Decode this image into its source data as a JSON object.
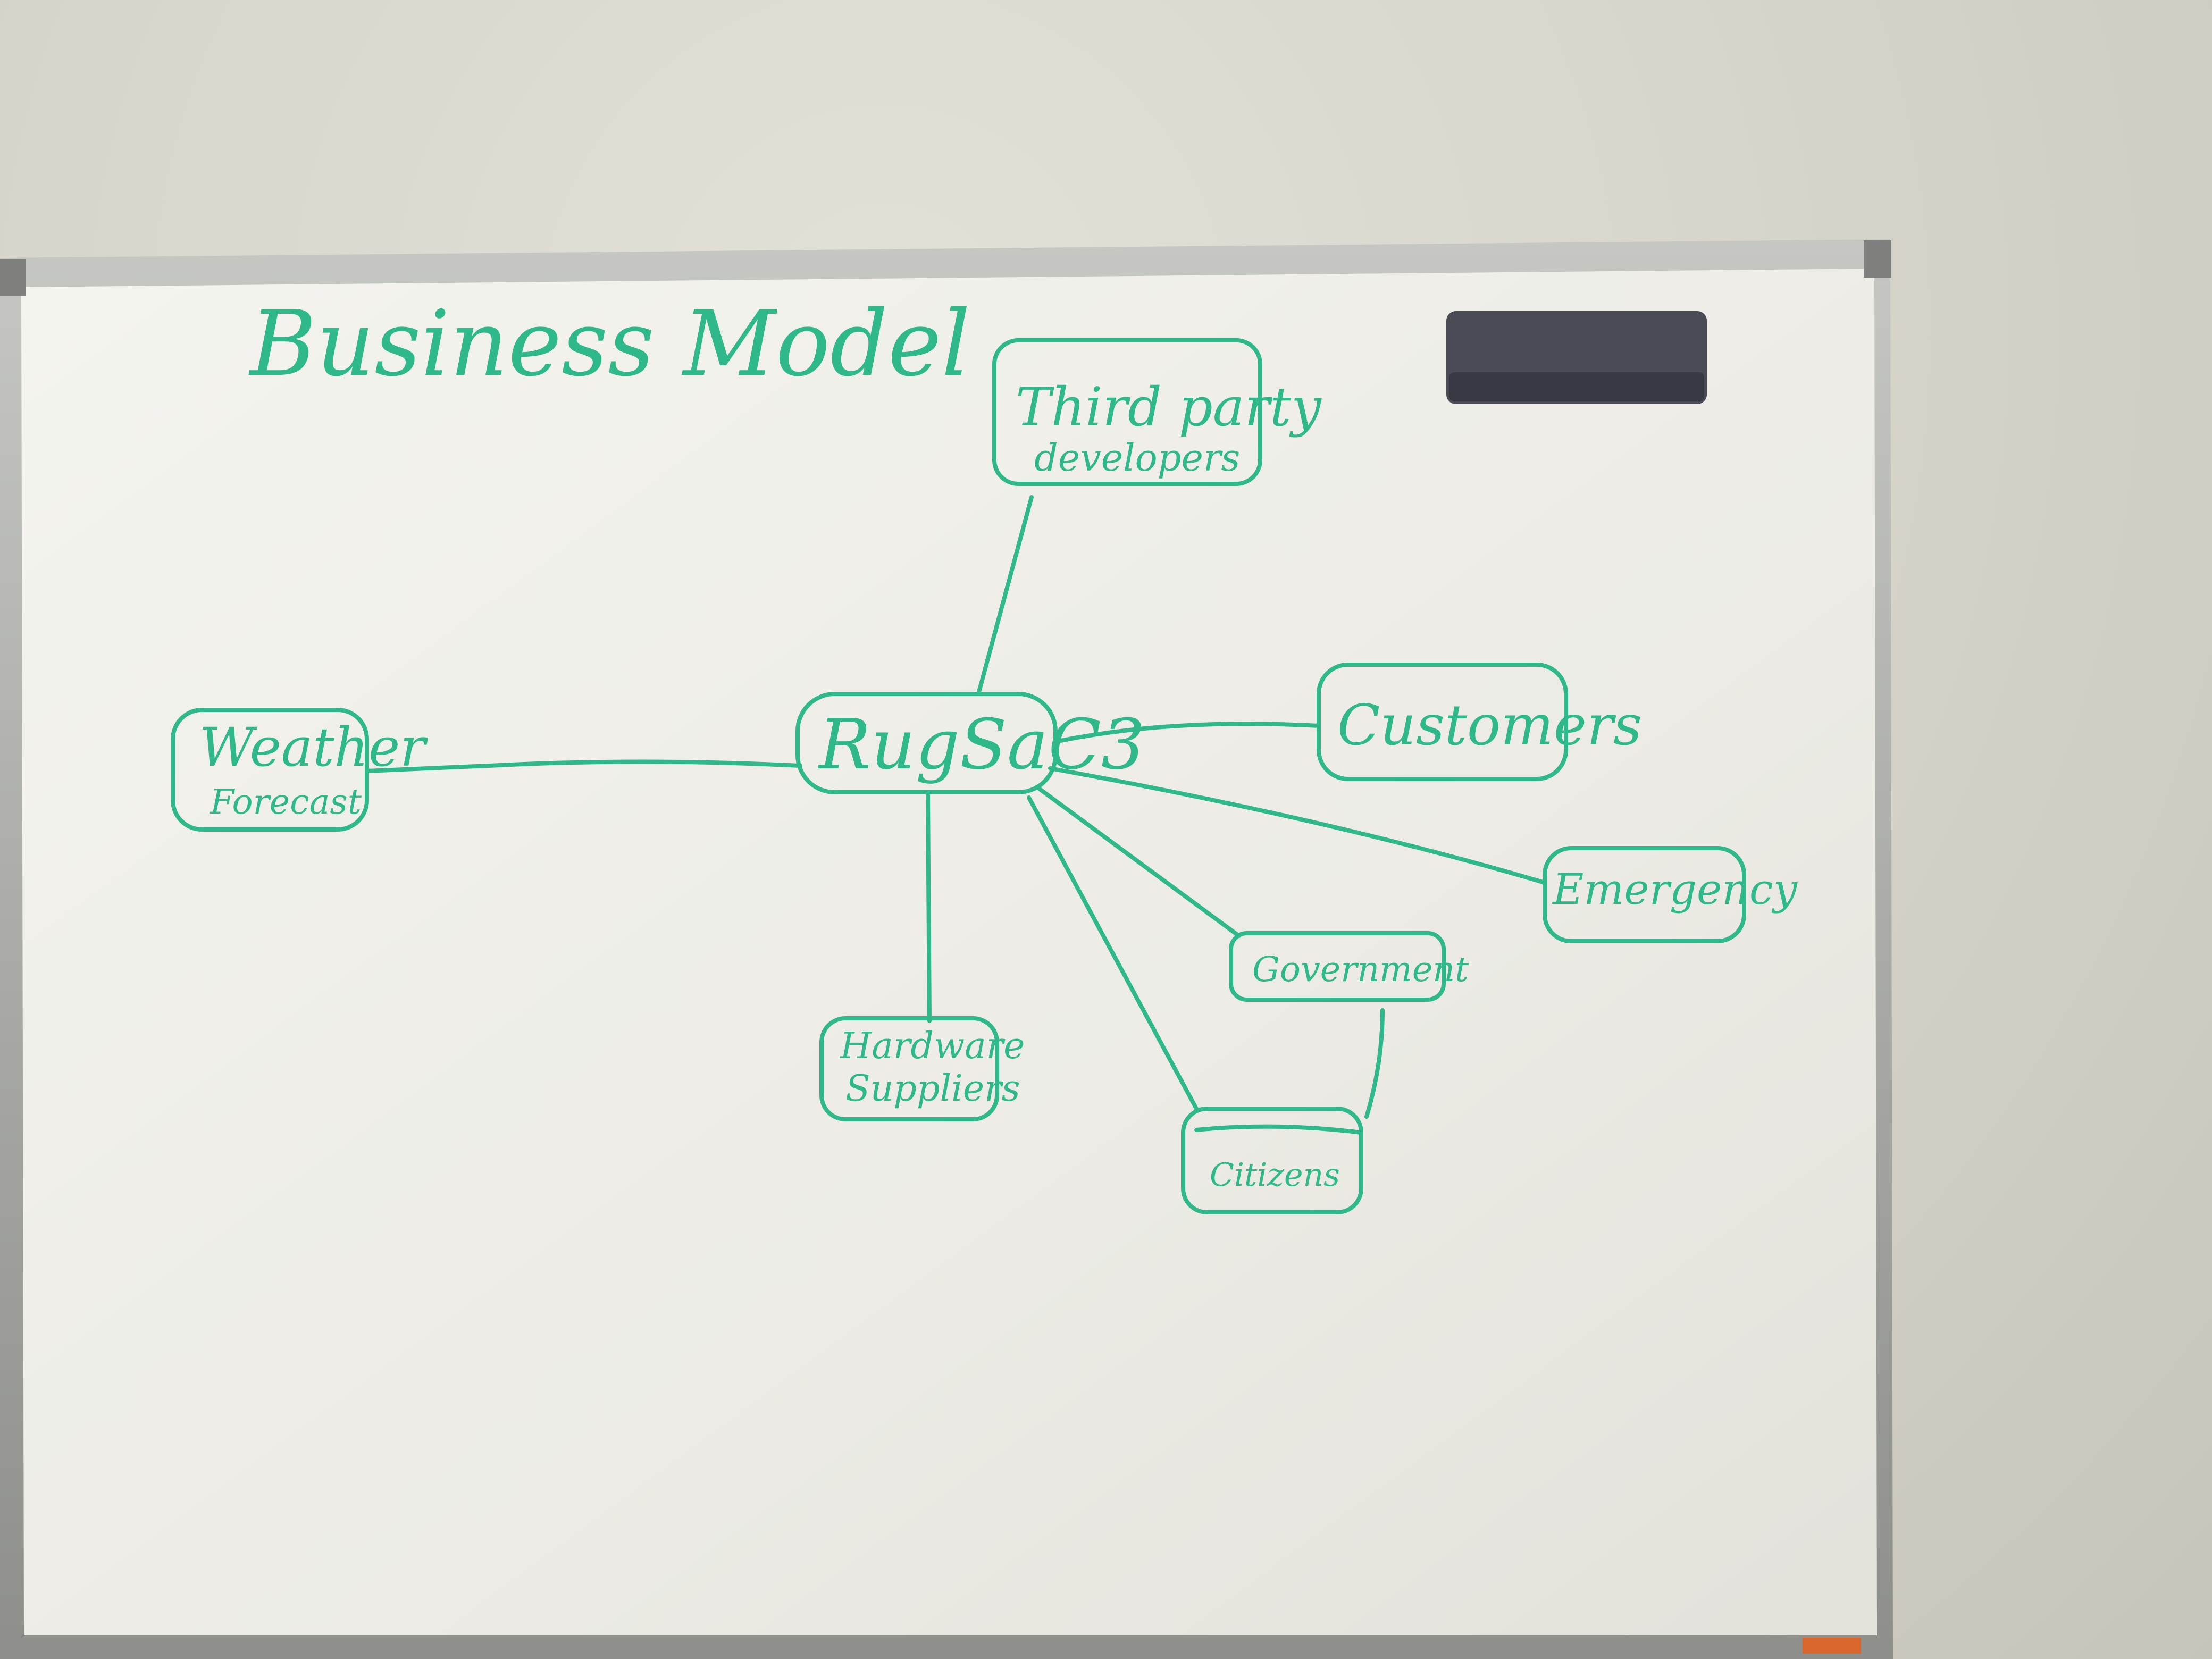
{
  "whiteboard": {
    "title": "Business Model",
    "center_node": "RugSaC3",
    "nodes": {
      "third_party": {
        "line1": "Third party",
        "line2": "developers"
      },
      "customers": {
        "line1": "Customers"
      },
      "weather": {
        "line1": "Weather",
        "line2": "Forecast"
      },
      "emergency": {
        "line1": "Emergency"
      },
      "government": {
        "line1": "Government"
      },
      "hardware": {
        "line1": "Hardware",
        "line2": "Suppliers"
      },
      "citizens": {
        "line1": "Citizens"
      }
    }
  },
  "colors": {
    "marker_ink": "#2fb98a",
    "board_surface": "#efefe9",
    "wall": "#d8d6cb",
    "frame": "#a9aaa6",
    "eraser": "#4a4b55"
  }
}
